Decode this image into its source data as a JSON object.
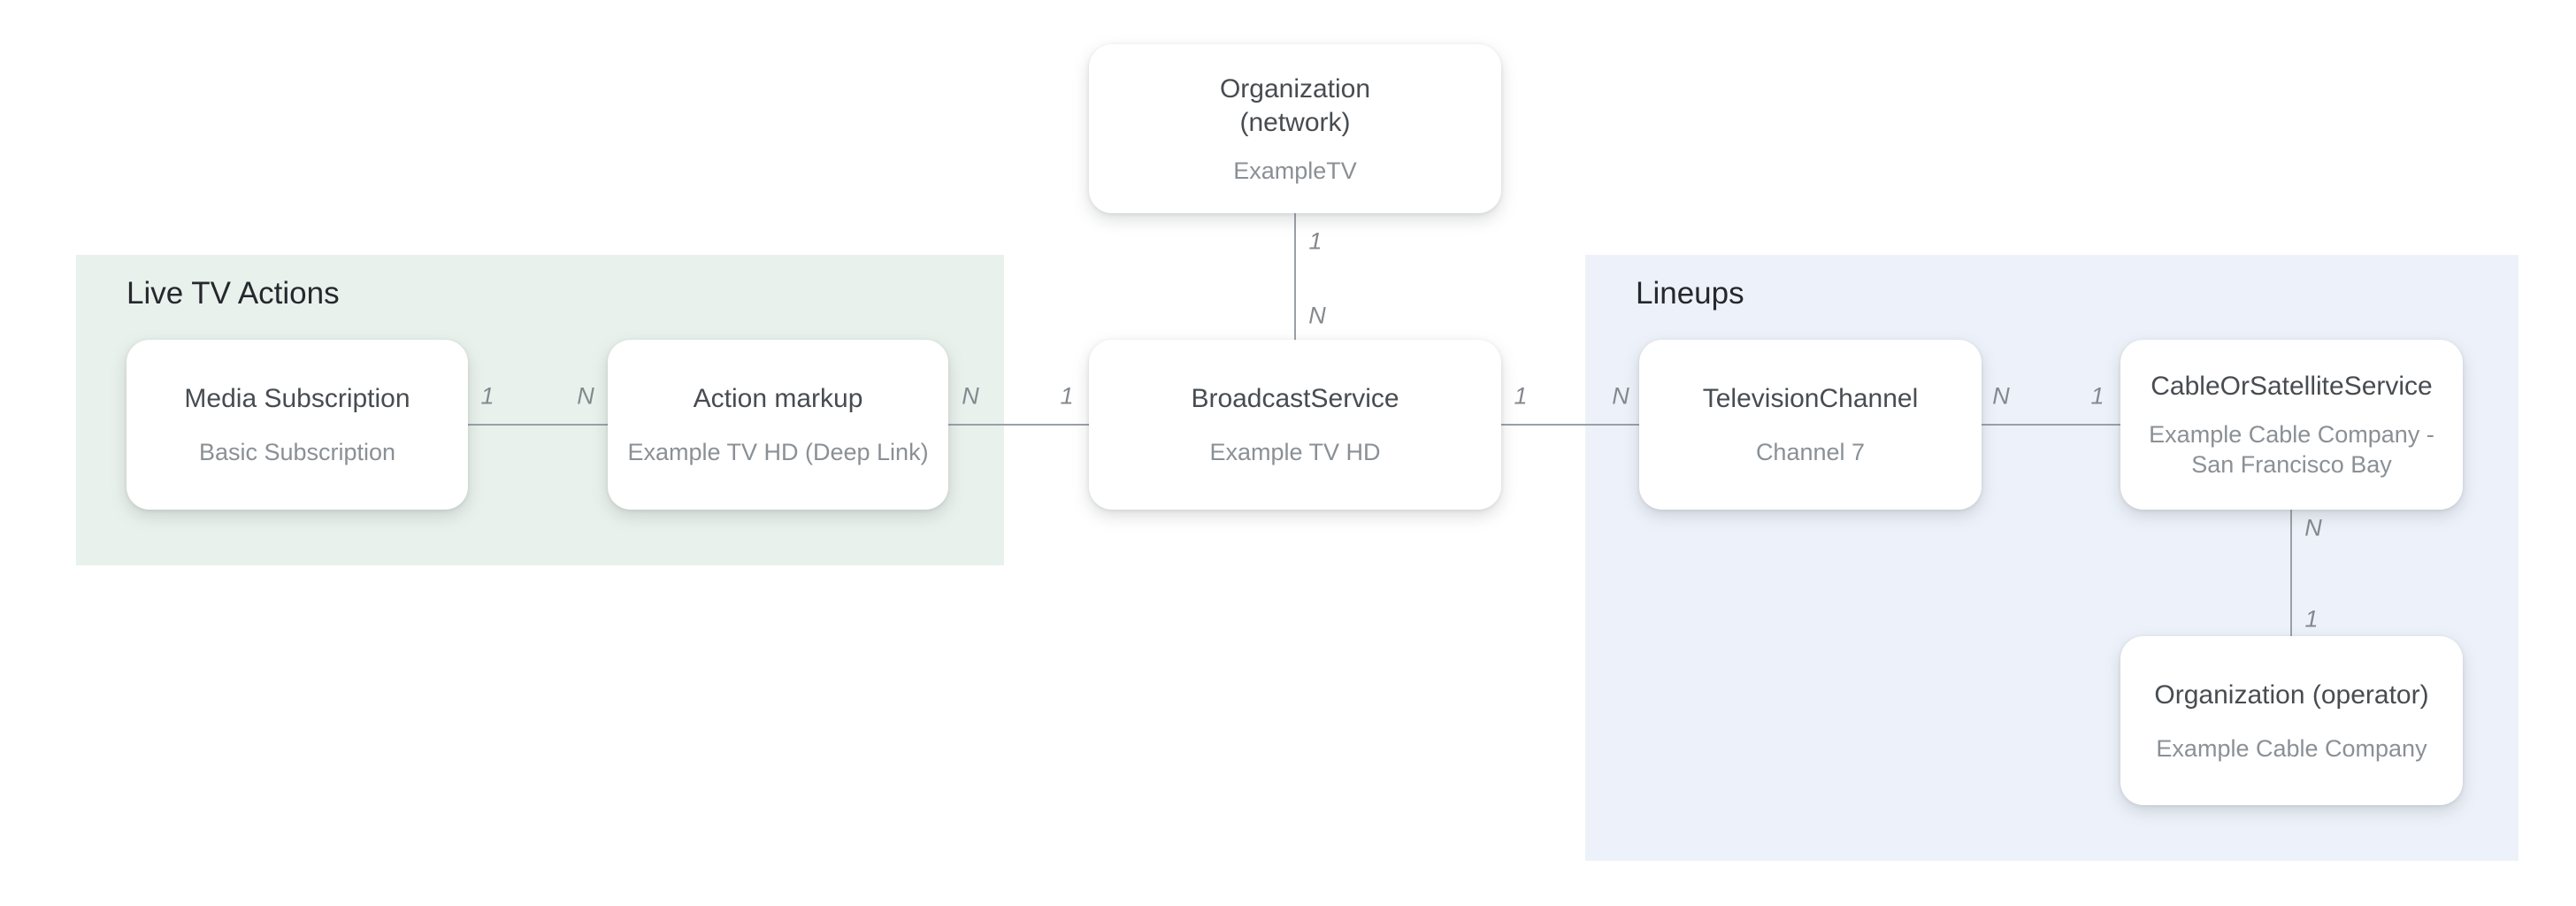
{
  "diagram": {
    "colors": {
      "canvas_bg": "#ffffff",
      "live_tv_actions_bg": "#e9f1ec",
      "lineups_bg": "#edf2fa",
      "connector": "#9aa0a6",
      "node_bg": "#ffffff",
      "node_title": "#484c51",
      "node_subtitle": "#8a9095",
      "cardinality": "#85898e",
      "section_label": "#25282c"
    },
    "sections": [
      {
        "id": "live-tv-actions",
        "label": "Live TV Actions"
      },
      {
        "id": "lineups",
        "label": "Lineups"
      }
    ],
    "nodes": [
      {
        "id": "organization-network",
        "title": "Organization\n(network)",
        "subtitle": "ExampleTV"
      },
      {
        "id": "media-subscription",
        "title": "Media Subscription",
        "subtitle": "Basic Subscription"
      },
      {
        "id": "action-markup",
        "title": "Action markup",
        "subtitle": "Example TV HD (Deep Link)"
      },
      {
        "id": "broadcast-service",
        "title": "BroadcastService",
        "subtitle": "Example TV HD"
      },
      {
        "id": "television-channel",
        "title": "TelevisionChannel",
        "subtitle": "Channel 7"
      },
      {
        "id": "cable-or-satellite-service",
        "title": "CableOrSatelliteService",
        "subtitle": "Example Cable Company -\nSan Francisco Bay"
      },
      {
        "id": "organization-operator",
        "title": "Organization (operator)",
        "subtitle": "Example Cable Company"
      }
    ],
    "connectors": [
      {
        "id": "network-to-broadcast",
        "from": "organization-network",
        "to": "broadcast-service",
        "orientation": "vertical",
        "from_label": "1",
        "to_label": "N"
      },
      {
        "id": "mediasubscription-to-actionmarkup",
        "from": "media-subscription",
        "to": "action-markup",
        "orientation": "horizontal",
        "from_label": "1",
        "to_label": "N"
      },
      {
        "id": "actionmarkup-to-broadcast",
        "from": "action-markup",
        "to": "broadcast-service",
        "orientation": "horizontal",
        "from_label": "N",
        "to_label": "1"
      },
      {
        "id": "broadcast-to-televisionchannel",
        "from": "broadcast-service",
        "to": "television-channel",
        "orientation": "horizontal",
        "from_label": "1",
        "to_label": "N"
      },
      {
        "id": "televisionchannel-to-cable",
        "from": "television-channel",
        "to": "cable-or-satellite-service",
        "orientation": "horizontal",
        "from_label": "N",
        "to_label": "1"
      },
      {
        "id": "cable-to-operator",
        "from": "cable-or-satellite-service",
        "to": "organization-operator",
        "orientation": "vertical",
        "from_label": "N",
        "to_label": "1"
      }
    ]
  }
}
